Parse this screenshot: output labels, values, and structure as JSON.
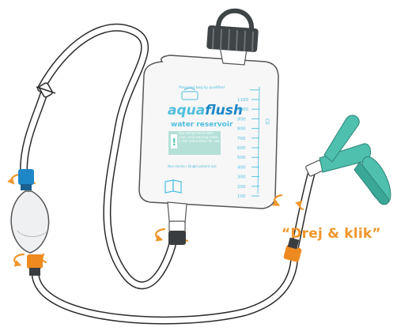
{
  "bag": {
    "brand_prefix": "aqua",
    "brand_suffix": "flush",
    "subtitle": "water reservoir",
    "top_note": "Prepared bag by qualified",
    "scale_marks": [
      "1100",
      "1000",
      "900",
      "800",
      "700",
      "600",
      "500",
      "400",
      "300",
      "200",
      "100"
    ],
    "scale_top_unlabeled": true,
    "warning_text": "Use temperature with care, read warning notes in the instructions for use",
    "side_text": "CE",
    "footer_text": "Non sterile / Single patient use"
  },
  "callout": {
    "text": "“Drej & klik”"
  },
  "colors": {
    "accent_orange": "#f0962b",
    "connector_blue": "#1e87c8",
    "connector_orange": "#ee8a1f",
    "connector_dark": "#3a3d40",
    "cap": "#3f4447",
    "cone_teal": "#4fbfae",
    "tube_outline": "#2b2b2b",
    "bag_text": "#4fbfdf"
  },
  "icons": [
    "twist-arrow-icon",
    "book-icon",
    "warning-icon"
  ]
}
